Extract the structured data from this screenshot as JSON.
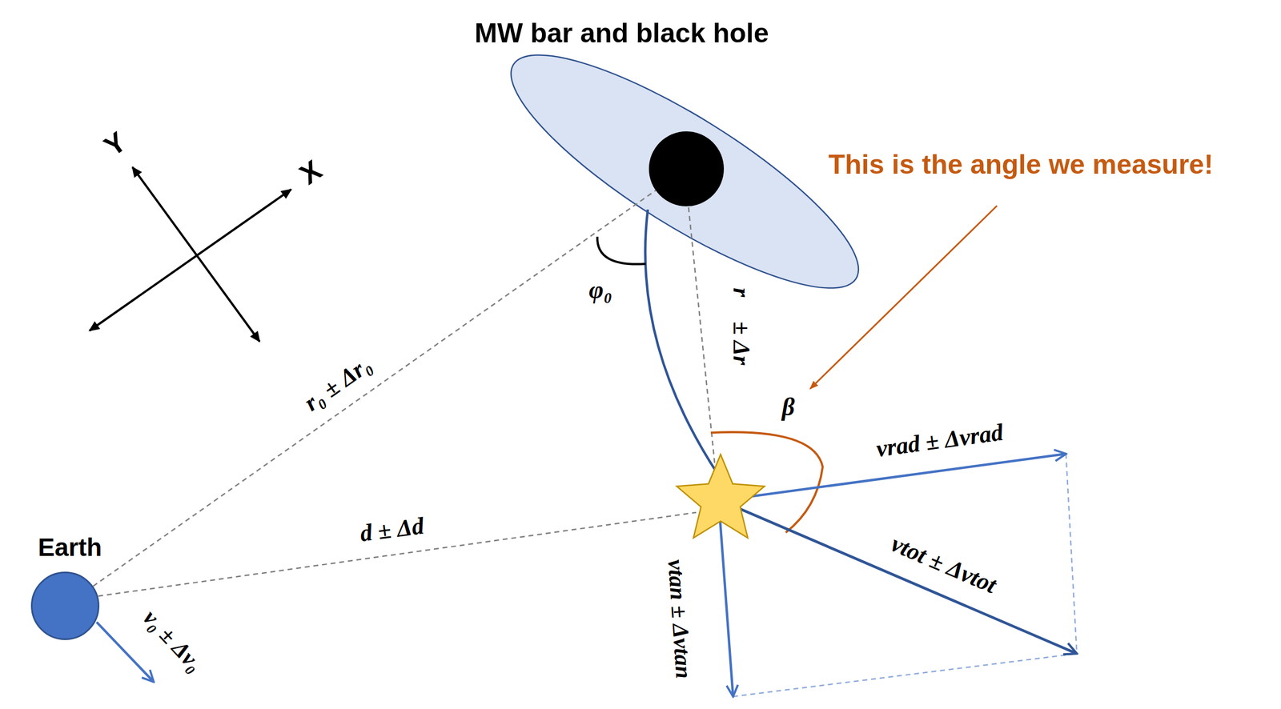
{
  "diagram": {
    "nodes": [
      {
        "text": [
          "MW bar and black hole"
        ]
      },
      {
        "text": [
          "Earth"
        ]
      }
    ],
    "edges": [
      {
        "from": 1,
        "to": 0,
        "arrow": "none",
        "label": "r₀ ± Δr₀"
      }
    ],
    "labels": [
      "X",
      "Y",
      "This is the angle we measure!",
      "φ₀",
      "r⃗ ± Δr⃗",
      "β",
      "d ± Δd",
      "vrad ± Δvrad",
      "vtot ± Δvtot",
      "vtan ± Δvtan",
      "v₀ ± Δv₀"
    ]
  }
}
